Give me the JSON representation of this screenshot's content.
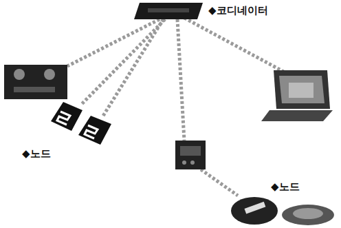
{
  "diagram": {
    "nodes": [
      {
        "text": [
          "◆코디네이터"
        ]
      },
      {
        "text": [
          "◆노드"
        ]
      },
      {
        "text": [
          "◆노드"
        ]
      }
    ],
    "edges": [
      {
        "from": 0,
        "to": 1,
        "arrow": "none"
      }
    ]
  }
}
